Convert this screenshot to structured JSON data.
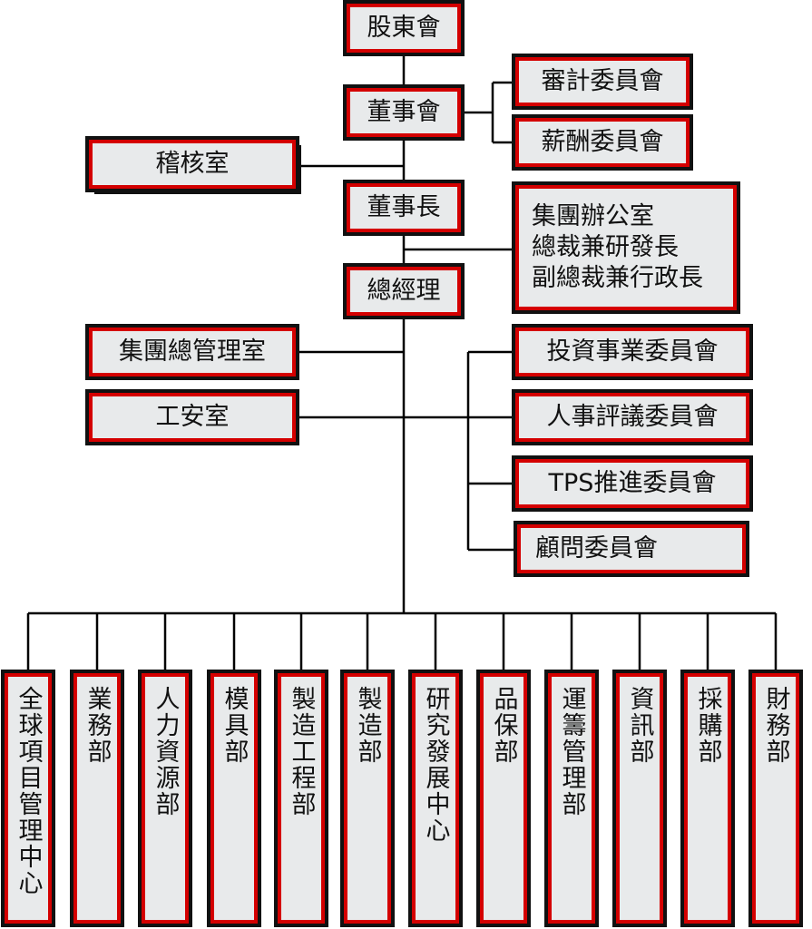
{
  "org": {
    "shareholders": "股東會",
    "board": "董事會",
    "audit_committee": "審計委員會",
    "remuneration_committee": "薪酬委員會",
    "audit_office": "稽核室",
    "chairman": "董事長",
    "group_office": {
      "line1": "集團辦公室",
      "line2": "總裁兼研發長",
      "line3": "副總裁兼行政長"
    },
    "general_manager": "總經理",
    "group_mgmt_office": "集團總管理室",
    "safety_office": "工安室",
    "committees": [
      "投資事業委員會",
      "人事評議委員會",
      "TPS推進委員會",
      "顧問委員會"
    ],
    "departments": [
      "全球項目管理中心",
      "業務部",
      "人力資源部",
      "模具部",
      "製造工程部",
      "製造部",
      "研究發展中心",
      "品保部",
      "運籌管理部",
      "資訊部",
      "採購部",
      "財務部"
    ]
  },
  "colors": {
    "box_fill": "#e8eaeb",
    "box_border": "#d40000",
    "box_outline": "#111111",
    "connector": "#000000"
  }
}
